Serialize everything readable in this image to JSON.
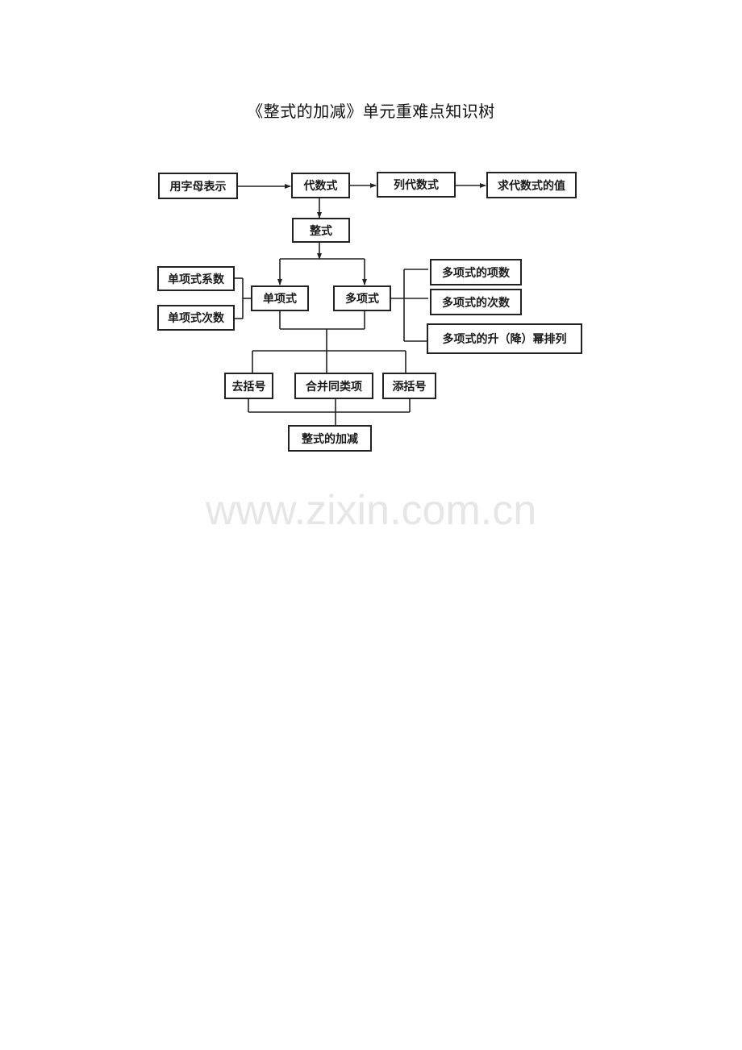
{
  "title": "《整式的加减》单元重难点知识树",
  "nodes": {
    "letters": "用字母表示",
    "algebraic_expr": "代数式",
    "write_expr": "列代数式",
    "eval_expr": "求代数式的值",
    "integral_expr": "整式",
    "monomial": "单项式",
    "polynomial": "多项式",
    "mono_coef": "单项式系数",
    "mono_degree": "单项式次数",
    "poly_terms": "多项式的项数",
    "poly_degree": "多项式的次数",
    "poly_order": "多项式的升（降）幂排列",
    "remove_brackets": "去括号",
    "combine_like": "合并同类项",
    "add_brackets": "添括号",
    "add_subtract": "整式的加减"
  },
  "watermark": "www.zixin.com.cn"
}
